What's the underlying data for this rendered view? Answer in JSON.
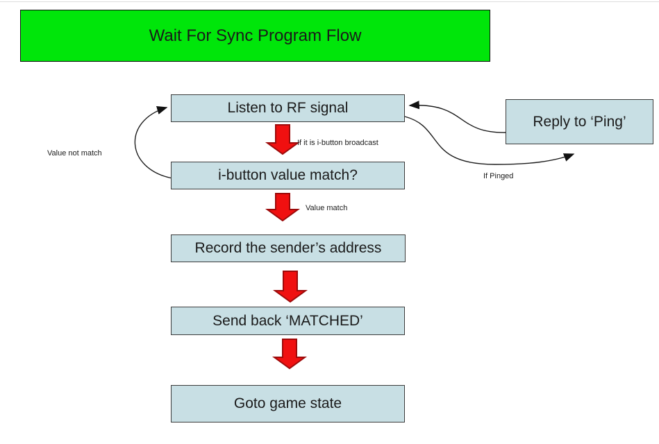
{
  "diagram": {
    "type": "flowchart",
    "title": "Wait For Sync Program Flow",
    "nodes": [
      {
        "id": "listen-to-rf",
        "label": "Listen to RF signal"
      },
      {
        "id": "ibutton-match",
        "label": "i-button value match?"
      },
      {
        "id": "record-address",
        "label": "Record the sender’s address"
      },
      {
        "id": "send-matched",
        "label": "Send back ‘MATCHED’"
      },
      {
        "id": "goto-game",
        "label": "Goto game state"
      },
      {
        "id": "reply-ping",
        "label": "Reply to ‘Ping’"
      }
    ],
    "edges": [
      {
        "from": "listen-to-rf",
        "to": "ibutton-match",
        "label": "If it is i-button broadcast",
        "style": "red-block-arrow"
      },
      {
        "from": "ibutton-match",
        "to": "record-address",
        "label": "Value match",
        "style": "red-block-arrow"
      },
      {
        "from": "record-address",
        "to": "send-matched",
        "label": "",
        "style": "red-block-arrow"
      },
      {
        "from": "send-matched",
        "to": "goto-game",
        "label": "",
        "style": "red-block-arrow"
      },
      {
        "from": "ibutton-match",
        "to": "listen-to-rf",
        "label": "Value not match",
        "style": "curved-line"
      },
      {
        "from": "listen-to-rf",
        "to": "reply-ping",
        "label": "If Pinged",
        "style": "curved-line"
      },
      {
        "from": "reply-ping",
        "to": "listen-to-rf",
        "label": "",
        "style": "curved-line"
      }
    ],
    "colors": {
      "background": "#ffffff",
      "title_bg": "#00e60a",
      "node_bg": "#c8dfe4",
      "node_border": "#3a3a3a",
      "arrow_fill": "#f01010",
      "arrow_stroke": "#9c0a0a",
      "line": "#1a1a1a",
      "text": "#1a1a1a"
    }
  }
}
